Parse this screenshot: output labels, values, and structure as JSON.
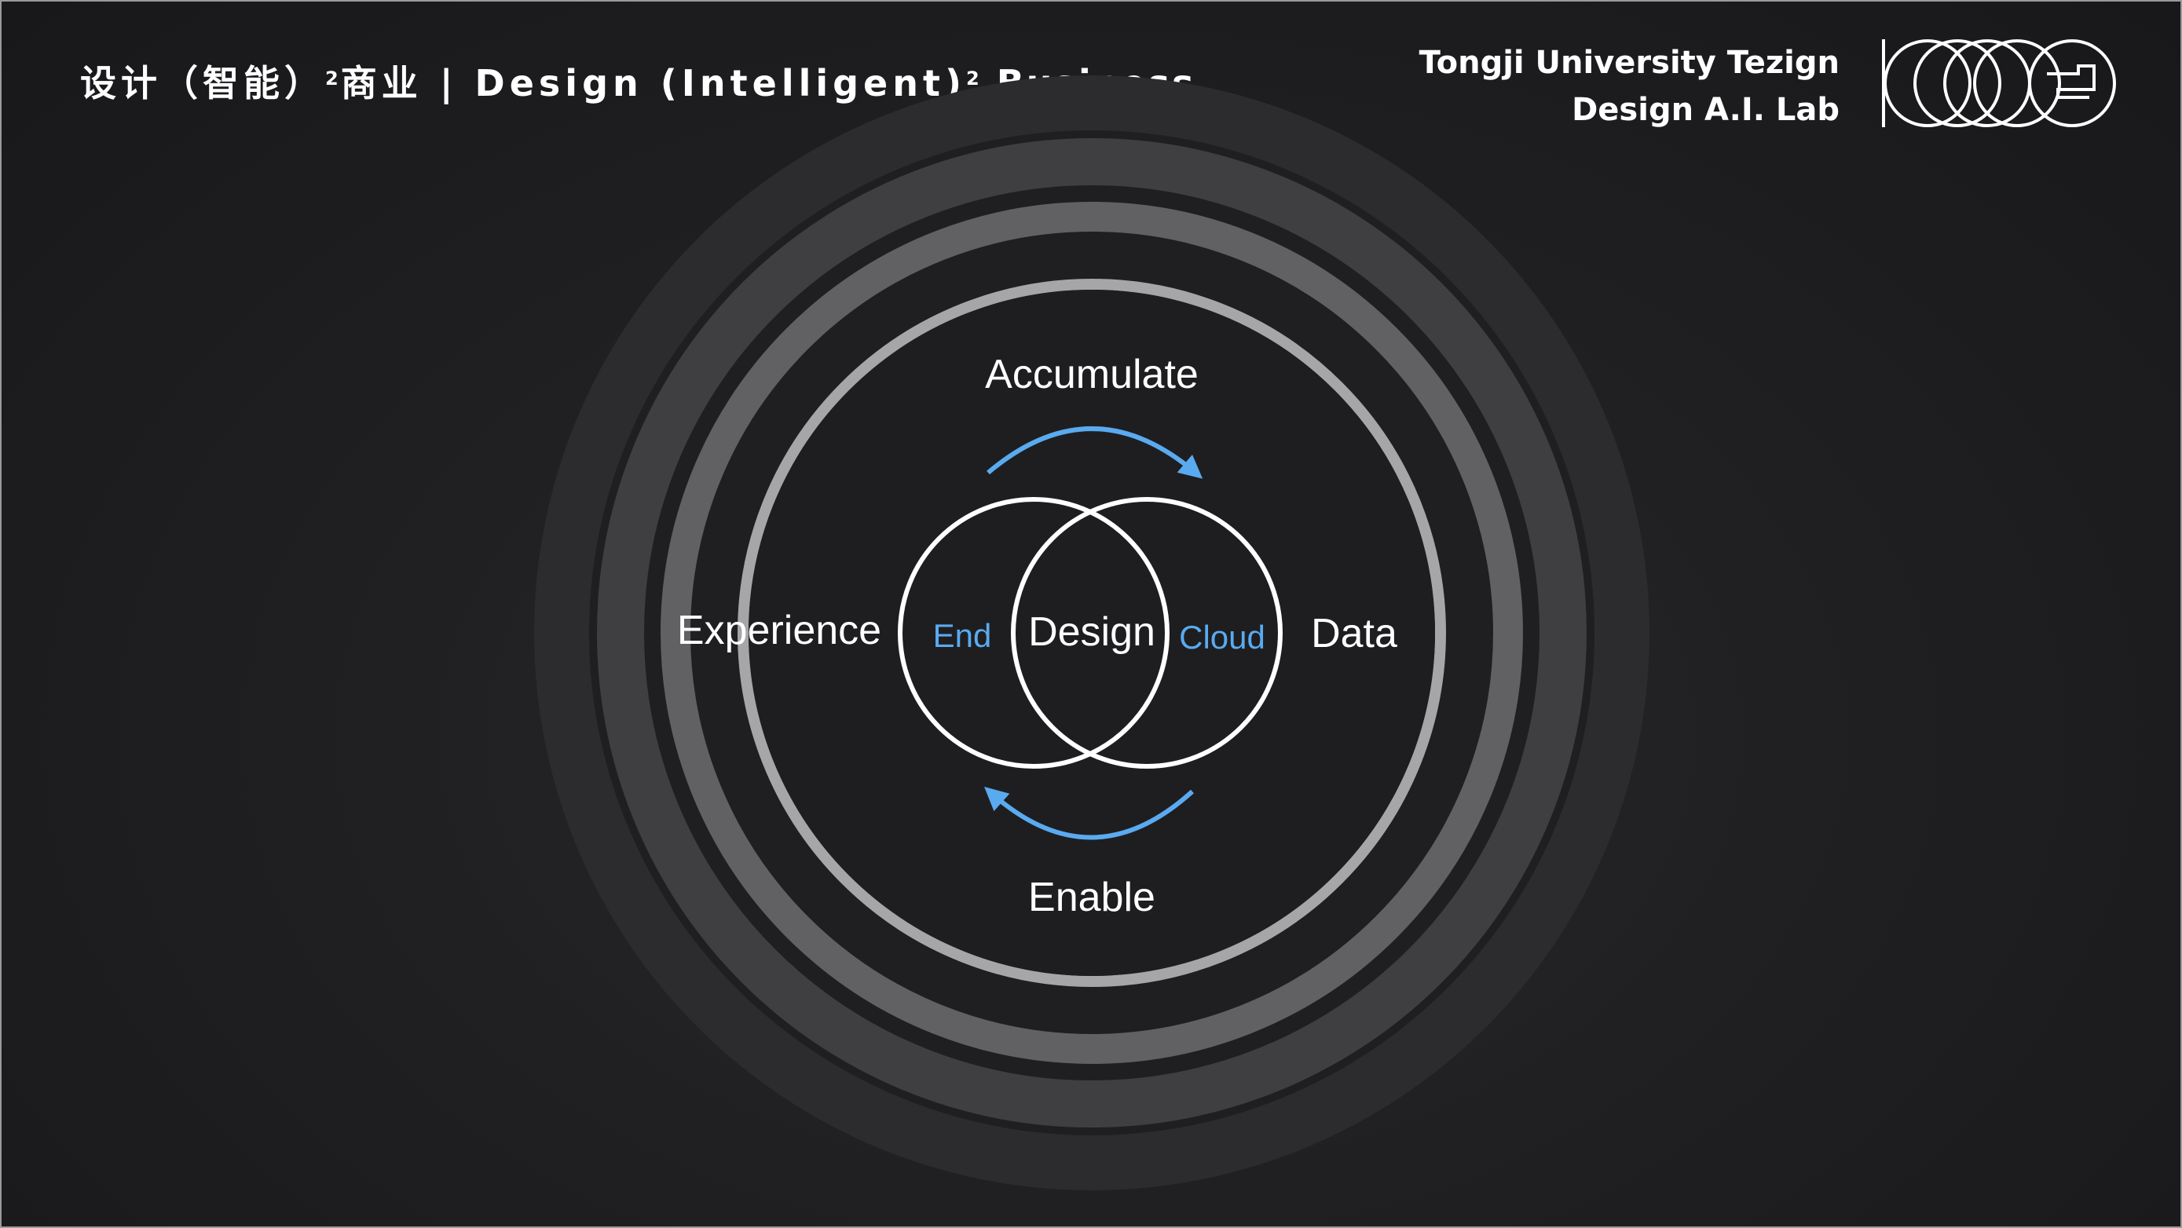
{
  "header": {
    "title_zh_a": "设计（智能）",
    "title_sup_a": "2",
    "title_zh_b": "商业 | Design (Intelligent)",
    "title_sup_b": "2",
    "title_en_c": " Business",
    "lab_line1": "Tongji University Tezign",
    "lab_line2": "Design A.I. Lab"
  },
  "diagram": {
    "top_label": "Accumulate",
    "bottom_label": "Enable",
    "left_label": "Experience",
    "right_label": "Data",
    "center_label": "Design",
    "left_circle_label": "End",
    "right_circle_label": "Cloud"
  },
  "colors": {
    "background": "#1e1e20",
    "accent_blue": "#5aaaf0",
    "text": "#ffffff",
    "ring_inner": "#a6a6a8",
    "ring_mid": "#6e6e70",
    "ring_outer": "#454547"
  }
}
